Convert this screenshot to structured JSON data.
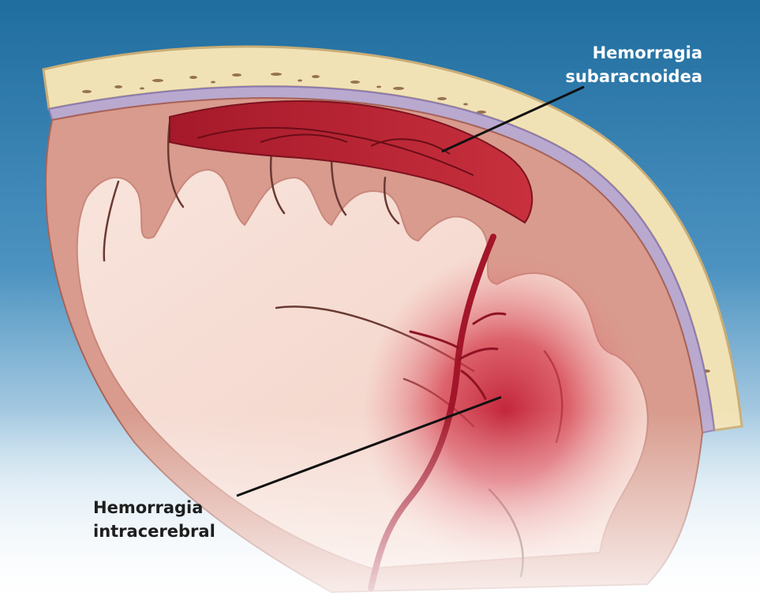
{
  "labels": {
    "subarachnoid": {
      "line1": "Hemorragia",
      "line2": "subaracnoidea"
    },
    "intracerebral": {
      "line1": "Hemorragia",
      "line2": "intracerebral"
    }
  },
  "colors": {
    "background_top": "#1f6d9f",
    "background_bottom": "#ffffff",
    "skull_bone": "#f1e2b6",
    "dura": "#b9a9cf",
    "gray_matter": "#d89b8d",
    "white_matter": "#f6dcd3",
    "blood": "#b01d2c",
    "label_text_light": "#ffffff",
    "label_text_dark": "#1e1e1e"
  }
}
